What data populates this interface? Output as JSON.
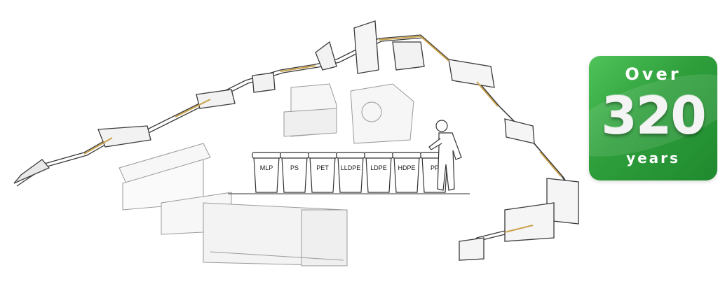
{
  "badge": {
    "over": "Over",
    "number": "320",
    "years": "years"
  },
  "bins": [
    {
      "label": "MLP"
    },
    {
      "label": "PS"
    },
    {
      "label": "PET"
    },
    {
      "label": "LLDPE"
    },
    {
      "label": "LDPE"
    },
    {
      "label": "HDPE"
    },
    {
      "label": "PP"
    }
  ],
  "colors": {
    "badge_green": "#2e9e3b",
    "conveyor_accent": "#c9a24a",
    "line_drawing": "#444444"
  }
}
